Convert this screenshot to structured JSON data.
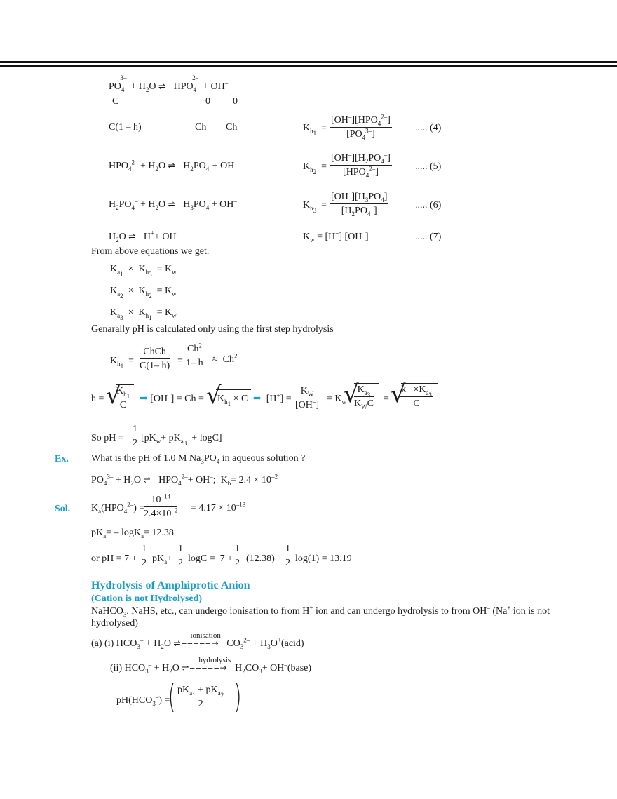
{
  "reactions": {
    "r1_left": "PO",
    "r1_plus_water": "+ H",
    "r1_right": "HPO",
    "r1_oh": "+ OH",
    "init_C": "C",
    "init_0a": "0",
    "init_0b": "0",
    "eq_C1h": "C(1 – h)",
    "eq_Ch1": "Ch",
    "eq_Ch2": "Ch",
    "eq4": "..... (4)",
    "eq5": "..... (5)",
    "eq6": "..... (6)",
    "eq7": "..... (7)"
  },
  "text": {
    "from_above": "From above equations we get.",
    "generally": "Genarally pH is calculated only using the first step hydrolysis",
    "so_ph": "So   pH =",
    "ex_label": "Ex.",
    "ex_question": "What is the pH of 1.0 M Na",
    "ex_question_end": "PO",
    "ex_question_tail": " in aqueous solution ?",
    "sol_label": "Sol.",
    "pka_line": "pK",
    "pka_value": "= 12.38",
    "or_ph": "or   pH = 7 +",
    "final_value": "log(1) = 13.19",
    "heading": "Hydrolysis of Amphiprotic Anion",
    "subheading": "(Cation is not Hydrolysed)",
    "para_line1": "NaHCO",
    "para_line1b": ", NaHS, etc., can undergo ionisation to from H",
    "para_line1c": " ion and can undergo hydrolysis to from OH",
    "para_line1d": " (Na",
    "para_line1e": " ion is not",
    "para_line2": "hydrolysed)",
    "a_i": "(a)   (i)  HCO",
    "ionisation": "ionisation",
    "hydrolysis": "hydrolysis",
    "acid": "(acid)",
    "base": "(base)",
    "ii": "(ii) HCO",
    "ph_hco3": "pH(HCO"
  },
  "values": {
    "kb": "2.4 × 10",
    "ka_result": "= 4.17 × 10",
    "twelve": "(12.38) +"
  }
}
